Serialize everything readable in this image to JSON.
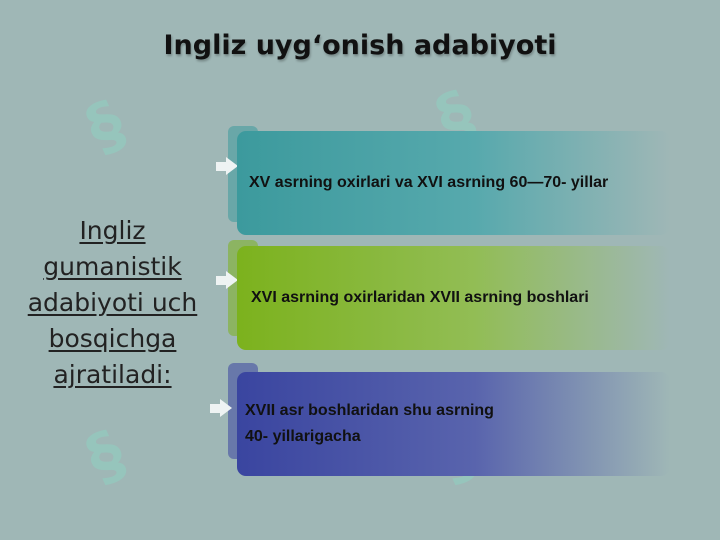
{
  "title": "Ingliz uygʻonish adabiyoti",
  "left_text": "Ingliz\ngumanistik\nadabiyoti uch\nbosqichga\najratiladi:",
  "stages": [
    {
      "text": "XV asrning oxirlari va XVI asrning 60—70- yillar",
      "color": "#3c9a9d"
    },
    {
      "text": "XVI asrning oxirlaridan XVII asrning boshlari",
      "color": "#7cb21d"
    },
    {
      "text": "XVII asr boshlaridan shu asrning\n40- yillarigacha",
      "color": "#3a45a0"
    }
  ],
  "colors": {
    "background": "#9fb7b6",
    "arrow": "#eef3f3"
  }
}
